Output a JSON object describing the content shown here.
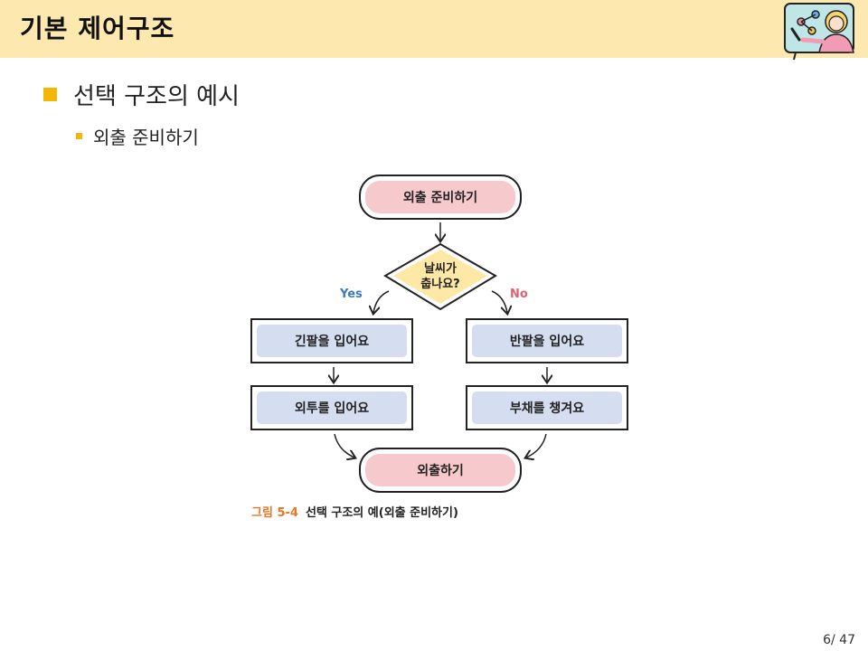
{
  "header": {
    "title": "기본 제어구조"
  },
  "icons": {
    "mascot": "presenter-illustration"
  },
  "content": {
    "bullet1": "선택 구조의 예시",
    "bullet2": "외출 준비하기"
  },
  "diagram": {
    "start": "외출 준비하기",
    "decision": [
      "날씨가",
      "춥나요?"
    ],
    "yes": "Yes",
    "no": "No",
    "left_step1": "긴팔을 입어요",
    "left_step2": "외투를 입어요",
    "right_step1": "반팔을 입어요",
    "right_step2": "부채를 챙겨요",
    "end": "외출하기"
  },
  "caption": {
    "figure": "그림 5-4",
    "text": "선택 구조의 예(외출 준비하기)"
  },
  "page": "6/ 47",
  "colors": {
    "header_bg": "#fde8b0",
    "bullet": "#f2b705",
    "terminal_fill": "#f6c9cc",
    "process_fill": "#d5def0",
    "yes": "#3a7bbf",
    "no": "#e0606e",
    "caption_fig": "#e87722"
  }
}
